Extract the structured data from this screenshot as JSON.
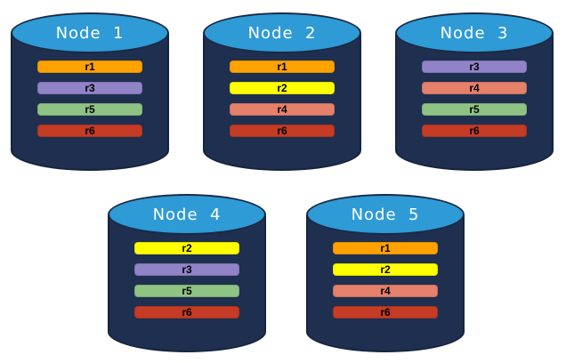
{
  "diagram": {
    "type": "database-replication-diagram",
    "nodes": [
      {
        "label": "Node  1",
        "replicas": [
          "r1",
          "r3",
          "r5",
          "r6"
        ]
      },
      {
        "label": "Node  2",
        "replicas": [
          "r1",
          "r2",
          "r4",
          "r6"
        ]
      },
      {
        "label": "Node  3",
        "replicas": [
          "r3",
          "r4",
          "r5",
          "r6"
        ]
      },
      {
        "label": "Node  4",
        "replicas": [
          "r2",
          "r3",
          "r5",
          "r6"
        ]
      },
      {
        "label": "Node  5",
        "replicas": [
          "r1",
          "r2",
          "r4",
          "r6"
        ]
      }
    ],
    "replica_colors": {
      "r1": "#FFA200",
      "r2": "#FFFF00",
      "r3": "#9183C8",
      "r4": "#E5806B",
      "r5": "#8FC384",
      "r6": "#C53B24"
    },
    "colors": {
      "cylinder_body": "#1E2F4F",
      "cylinder_top": "#2E9AD6",
      "cylinder_outline": "#1A2A45",
      "title_text": "#FFFFFF",
      "bar_text": "#000000",
      "background": "#FFFFFF"
    }
  }
}
